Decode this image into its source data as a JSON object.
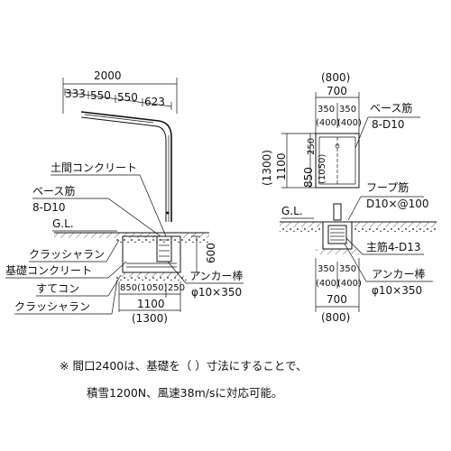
{
  "side_view": {
    "dim_total": "2000",
    "dim_segments": [
      "333",
      "550",
      "550",
      "623"
    ],
    "labels": {
      "top_soil": "土間コンクリート",
      "base_rebar": "ベース筋",
      "rebar_spec": "8-D10",
      "gl": "G.L.",
      "crusher_run_1": "クラッシャラン",
      "foundation_concrete": "基礎コンクリート",
      "leveling": "すてコン",
      "crusher_run_2": "クラッシャラン",
      "anchor": "アンカー棒",
      "anchor_spec": "φ10×350"
    },
    "dim_height": "600",
    "dim_bottom_parts": [
      "850(1050)",
      "250"
    ],
    "dim_bottom_total": "1100",
    "dim_bottom_alt": "(1300)"
  },
  "front_view": {
    "dim_top_alt": "(800)",
    "dim_top_total": "700",
    "dim_top_parts": [
      "350",
      "350"
    ],
    "dim_top_parts_alt": [
      "(400)",
      "(400)"
    ],
    "dim_left_alt": "(1300)",
    "dim_left_total": "1100",
    "dim_left_parts": [
      "850",
      "(1050)",
      "250"
    ],
    "labels": {
      "base_rebar": "ベース筋",
      "rebar_spec": "8-D10",
      "hoop": "フープ筋",
      "hoop_spec": "D10×@100",
      "gl": "G.L.",
      "main_rebar": "主筋4-D13",
      "anchor": "アンカー棒",
      "anchor_spec": "φ10×350"
    },
    "dim_bottom_parts": [
      "350",
      "350"
    ],
    "dim_bottom_parts_alt": [
      "(400)",
      "(400)"
    ],
    "dim_bottom_total": "700",
    "dim_bottom_alt": "(800)"
  },
  "note": {
    "line1": "※ 間口2400は、基礎を（ ）寸法にすることで、",
    "line2": "積雪1200N、風速38m/sに対応可能。"
  }
}
